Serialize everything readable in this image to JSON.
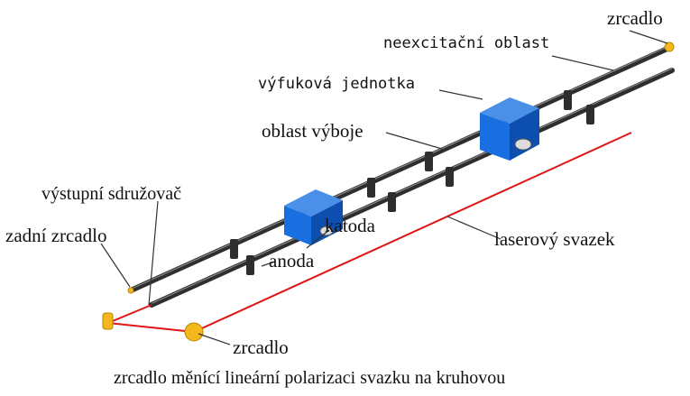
{
  "labels": {
    "mirror_top": "zrcadlo",
    "non_excitation_region": "neexcitační oblast",
    "exhaust_unit": "výfuková jednotka",
    "discharge_region": "oblast výboje",
    "output_coupler": "výstupní sdružovač",
    "rear_mirror": "zadní zrcadlo",
    "cathode": "katoda",
    "laser_beam": "laserový svazek",
    "anode": "anoda",
    "mirror_bottom": "zrcadlo",
    "polarization_mirror": "zrcadlo měnící lineární polarizaci svazku na kruhovou"
  },
  "colors": {
    "tube": "#3a3a3a",
    "tube_highlight": "#8a8a8a",
    "box_blue": "#1a6fe0",
    "box_blue_dark": "#0d4fb0",
    "beam_red": "#e01515",
    "mirror_yellow": "#f4b81c",
    "leader": "#333333"
  }
}
